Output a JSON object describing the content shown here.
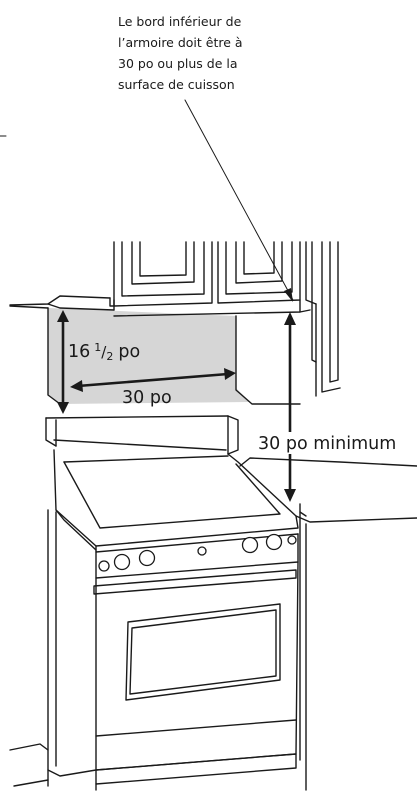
{
  "callout": {
    "lines": [
      "Le bord inférieur de",
      "l’armoire doit être à",
      "30 po ou plus de la",
      "surface de cuisson"
    ]
  },
  "dimensions": {
    "height_whole": "16",
    "height_frac_num": "1",
    "height_frac_den": "2",
    "height_unit": "po",
    "width": "30 po",
    "clearance": "30 po minimum"
  },
  "colors": {
    "ink": "#1a1a1a",
    "wall_fill": "#d6d6d6",
    "background": "#ffffff"
  }
}
